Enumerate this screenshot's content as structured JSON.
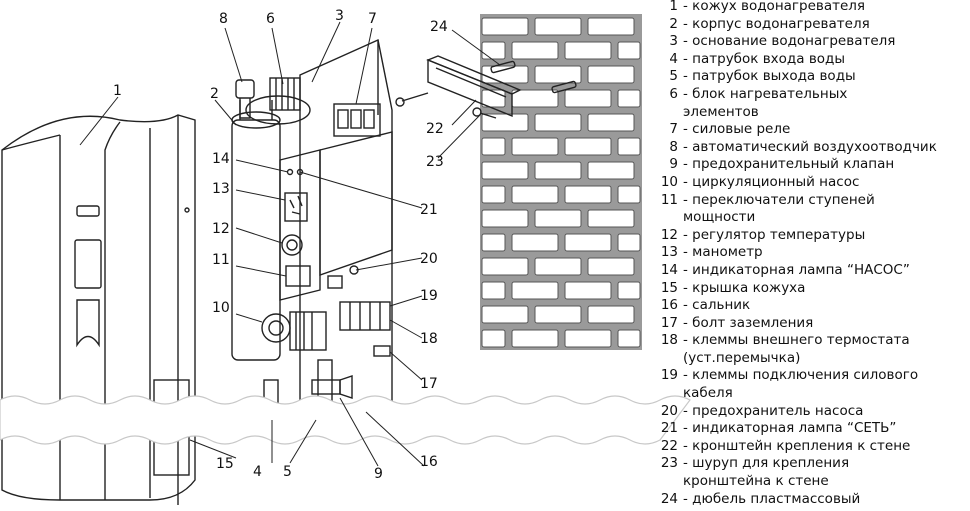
{
  "colors": {
    "line": "#222222",
    "brick_fill": "#ffffff",
    "background": "#ffffff"
  },
  "callouts": [
    "1",
    "2",
    "3",
    "4",
    "5",
    "6",
    "7",
    "8",
    "9",
    "10",
    "11",
    "12",
    "13",
    "14",
    "15",
    "16",
    "17",
    "18",
    "19",
    "20",
    "21",
    "22",
    "23",
    "24"
  ],
  "legend": [
    {
      "n": "1",
      "text": "- кожух водонагревателя"
    },
    {
      "n": "2",
      "text": "- корпус водонагревателя"
    },
    {
      "n": "3",
      "text": "- основание водонагревателя"
    },
    {
      "n": "4",
      "text": "- патрубок входа воды"
    },
    {
      "n": "5",
      "text": "- патрубок выхода воды"
    },
    {
      "n": "6",
      "text": "- блок нагревательных\n  элементов"
    },
    {
      "n": "7",
      "text": "- силовые реле"
    },
    {
      "n": "8",
      "text": "- автоматический воздухоотводчик"
    },
    {
      "n": "9",
      "text": "- предохранительный клапан"
    },
    {
      "n": "10",
      "text": "- циркуляционный насос"
    },
    {
      "n": "11",
      "text": "- переключатели ступеней\n  мощности"
    },
    {
      "n": "12",
      "text": "- регулятор температуры"
    },
    {
      "n": "13",
      "text": "- манометр"
    },
    {
      "n": "14",
      "text": "- индикаторная лампа “НАСОС”"
    },
    {
      "n": "15",
      "text": "- крышка кожуха"
    },
    {
      "n": "16",
      "text": "- сальник"
    },
    {
      "n": "17",
      "text": "- болт заземления"
    },
    {
      "n": "18",
      "text": "- клеммы внешнего термостата\n  (уст.перемычка)"
    },
    {
      "n": "19",
      "text": "- клеммы подключения силового\n  кабеля"
    },
    {
      "n": "20",
      "text": "- предохранитель насоса"
    },
    {
      "n": "21",
      "text": "- индикаторная лампа “СЕТЬ”"
    },
    {
      "n": "22",
      "text": "- кронштейн крепления к стене"
    },
    {
      "n": "23",
      "text": "- шуруп  для крепления\n  кронштейна к стене"
    },
    {
      "n": "24",
      "text": "- дюбель пластмассовый"
    }
  ]
}
